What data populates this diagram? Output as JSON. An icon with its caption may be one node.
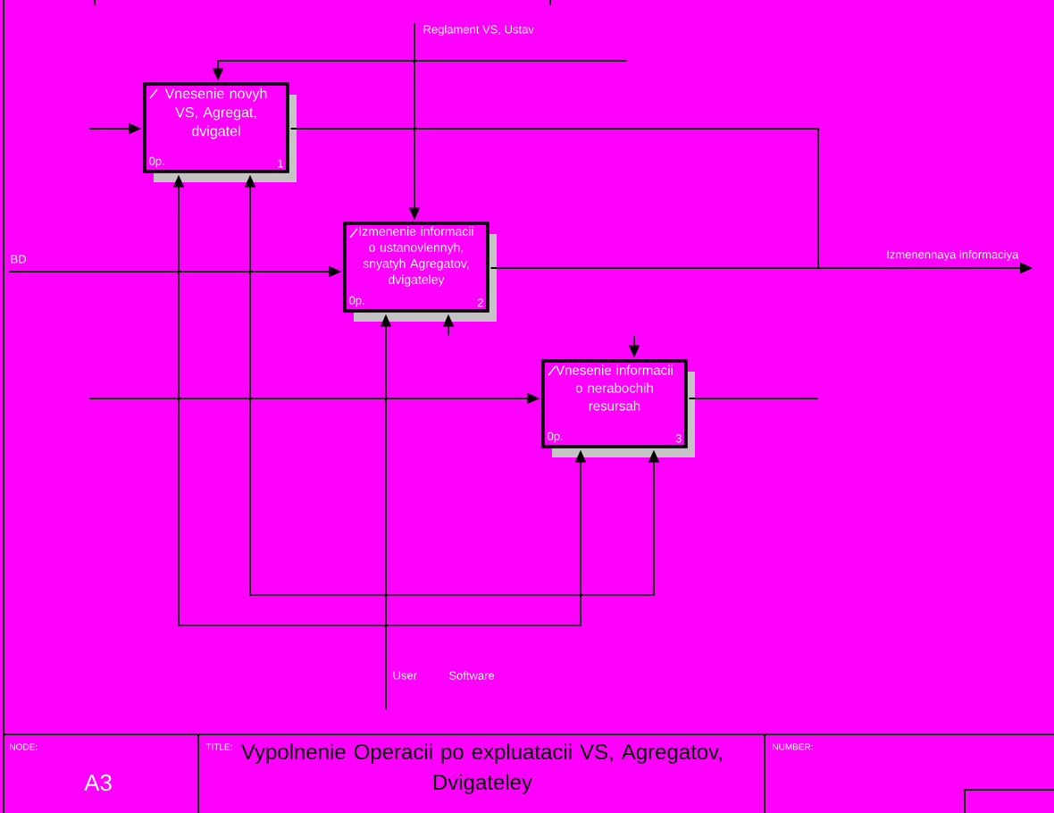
{
  "diagram": {
    "title": "Vypolnenie Operacii po expluatacii VS, Agregatov, Dvigateley",
    "nodes": [
      {
        "text": [
          "Vnesenie novyh VS, Agregat, dvigatel",
          "0р.",
          "1"
        ]
      },
      {
        "text": [
          "Izmenenie informacii o ustanovlennyh, snyatyh Agregatov, dvigateley",
          "0р.",
          "2"
        ]
      },
      {
        "text": [
          "Vnesenie informacii o nerabochih resursah",
          "0р.",
          "3"
        ]
      }
    ],
    "edges": [
      {
        "from": null,
        "to": 1,
        "arrow": "to",
        "label": "BD"
      },
      {
        "from": null,
        "to": 0,
        "arrow": "to"
      },
      {
        "from": null,
        "to": 2,
        "arrow": "to"
      },
      {
        "from": null,
        "to": 1,
        "arrow": "to",
        "label": "Reglament VS, Ustav"
      },
      {
        "from": null,
        "to": 0,
        "arrow": "to"
      },
      {
        "from": null,
        "to": 2,
        "arrow": "to"
      },
      {
        "from": 0,
        "to": null,
        "arrow": "to"
      },
      {
        "from": 1,
        "to": null,
        "arrow": "to",
        "label": "Izmenennaya informaciya"
      },
      {
        "from": 2,
        "to": null,
        "arrow": "none"
      },
      {
        "from": null,
        "to": 1,
        "arrow": "to",
        "label": "User"
      },
      {
        "from": null,
        "to": 0,
        "arrow": "to"
      },
      {
        "from": null,
        "to": 2,
        "arrow": "to"
      },
      {
        "from": null,
        "to": 1,
        "arrow": "to"
      },
      {
        "from": null,
        "to": 0,
        "arrow": "to"
      },
      {
        "from": null,
        "to": 2,
        "arrow": "to"
      }
    ],
    "labels": [
      "Software",
      "NODE:",
      "A3",
      "TITLE:",
      "NUMBER:"
    ]
  }
}
